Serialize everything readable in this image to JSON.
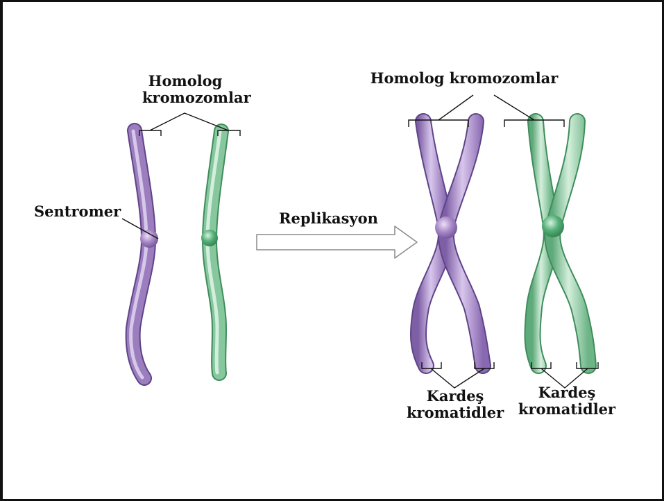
{
  "labels": {
    "homolog_left_line1": "Homolog",
    "homolog_left_line2": "kromozomlar",
    "homolog_right": "Homolog kromozomlar",
    "sentromer": "Sentromer",
    "replikasyon": "Replikasyon",
    "sister_left_line1": "Kardeş",
    "sister_left_line2": "kromatidler",
    "sister_right_line1": "Kardeş",
    "sister_right_line2": "kromatidler"
  },
  "colors": {
    "purple_chromosome": "#9c7dbd",
    "purple_highlight": "#d8c6ec",
    "purple_outline": "#5e4488",
    "green_chromosome": "#86c79e",
    "green_highlight": "#d4efdc",
    "green_outline": "#3f8c5c",
    "arrow_outline": "#8a8a8a"
  }
}
